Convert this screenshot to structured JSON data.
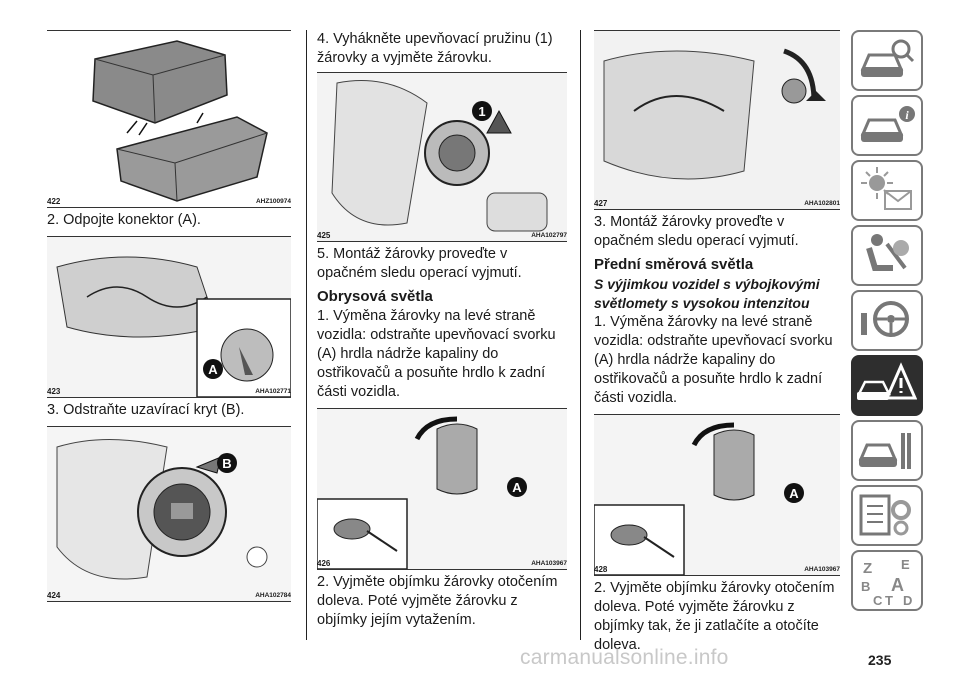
{
  "figures": {
    "f422": {
      "num": "422",
      "code": "AHZ100974"
    },
    "f423": {
      "num": "423",
      "code": "AHA102771"
    },
    "f424": {
      "num": "424",
      "code": "AHA102784"
    },
    "f425": {
      "num": "425",
      "code": "AHA102797"
    },
    "f426": {
      "num": "426",
      "code": "AHA103967"
    },
    "f427": {
      "num": "427",
      "code": "AHA102801"
    },
    "f428": {
      "num": "428",
      "code": "AHA103967"
    }
  },
  "callouts": {
    "a": "A",
    "b": "B",
    "one": "1"
  },
  "col1": {
    "step2": "2. Odpojte konektor (A).",
    "step3": "3. Odstraňte uzavírací kryt (B)."
  },
  "col2": {
    "step4": "4. Vyhákněte upevňovací pružinu (1) žárovky a vyjměte žárovku.",
    "step5": "5. Montáž žárovky proveďte v opačném sledu operací vyjmutí.",
    "section_title": "Obrysová světla",
    "step1": "1. Výměna žárovky na levé straně vozidla: odstraňte upevňovací svorku (A) hrdla nádrže kapaliny do ostřikovačů a posuňte hrdlo k zadní části vozidla.",
    "step2": "2. Vyjměte objímku žárovky otočením doleva. Poté vyjměte žárovku z objímky jejím vytažením."
  },
  "col3": {
    "step3": "3. Montáž žárovky proveďte v opačném sledu operací vyjmutí.",
    "section_title": "Přední směrová světla",
    "subtitle": "S výjimkou vozidel s výbojkovými světlomety s vysokou intenzitou",
    "step1": "1. Výměna žárovky na levé straně vozidla: odstraňte upevňovací svorku (A) hrdla nádrže kapaliny do ostřikovačů a posuňte hrdlo k zadní části vozidla.",
    "step2": "2. Vyjměte objímku žárovky otočením doleva. Poté vyjměte žárovku z objímky tak, že ji zatlačíte a otočíte doleva."
  },
  "tabs": [
    {
      "icon": "car-magnifier-icon",
      "active": false
    },
    {
      "icon": "car-info-icon",
      "active": false
    },
    {
      "icon": "light-message-icon",
      "active": false
    },
    {
      "icon": "seat-airbag-icon",
      "active": false
    },
    {
      "icon": "steering-key-icon",
      "active": false
    },
    {
      "icon": "breakdown-triangle-icon",
      "active": true
    },
    {
      "icon": "car-tools-icon",
      "active": false
    },
    {
      "icon": "specs-gear-icon",
      "active": false
    },
    {
      "icon": "alphabet-index-icon",
      "active": false
    }
  ],
  "index_letters": {
    "z": "Z",
    "e": "E",
    "b": "B",
    "a": "A",
    "c": "C",
    "t": "T",
    "d": "D"
  },
  "page_number": "235",
  "watermark": "carmanualsonline.info",
  "colors": {
    "active_tab": "#2e2e2e",
    "tab_border": "#7a7a7a",
    "text": "#1a1a1a"
  }
}
